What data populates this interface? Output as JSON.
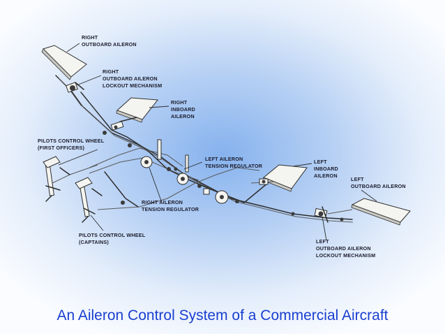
{
  "caption": "An Aileron Control System of a Commercial Aircraft",
  "labels": {
    "right_outboard_aileron": [
      "RIGHT",
      "OUTBOARD AILERON"
    ],
    "right_lockout": [
      "RIGHT",
      "OUTBOARD AILERON",
      "LOCKOUT MECHANISM"
    ],
    "right_inboard": [
      "RIGHT",
      "INBOARD",
      "AILERON"
    ],
    "pilots_first_officers": [
      "PILOTS CONTROL WHEEL",
      "(FIRST OFFICERS)"
    ],
    "left_tension": [
      "LEFT AILERON",
      "TENSION REGULATOR"
    ],
    "left_inboard": [
      "LEFT",
      "INBOARD",
      "AILERON"
    ],
    "left_outboard": [
      "LEFT",
      "OUTBOARD AILERON"
    ],
    "right_tension": [
      "RIGHT AILERON",
      "TENSION REGULATOR"
    ],
    "pilots_captains": [
      "PILOTS CONTROL WHEEL",
      "(CAPTAINS)"
    ],
    "left_lockout": [
      "LEFT",
      "OUTBOARD AILERON",
      "LOCKOUT MECHANISM"
    ]
  }
}
